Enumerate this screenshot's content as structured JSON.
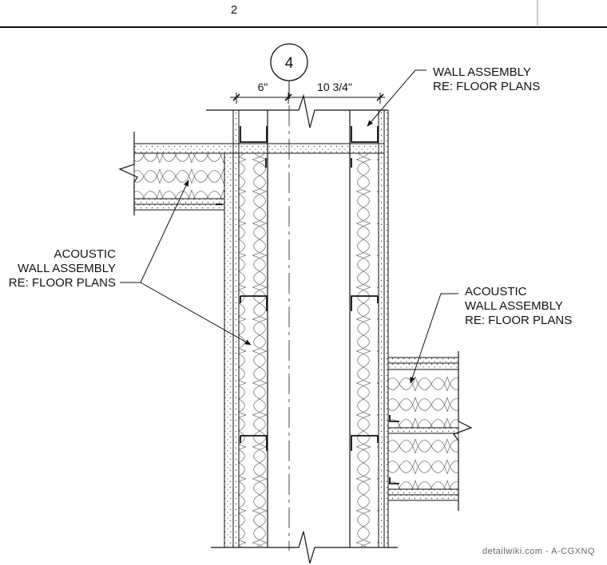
{
  "sheet": {
    "number": "2"
  },
  "grid_line": {
    "label": "4"
  },
  "dimensions": {
    "left": "6\"",
    "right": "10 3/4\""
  },
  "notes": {
    "top_right": [
      "WALL ASSEMBLY",
      "RE: FLOOR PLANS"
    ],
    "left": [
      "ACOUSTIC",
      "WALL ASSEMBLY",
      "RE: FLOOR PLANS"
    ],
    "right": [
      "ACOUSTIC",
      "WALL ASSEMBLY",
      "RE: FLOOR PLANS"
    ]
  },
  "watermark": "detailwiki.com - A-CGXNQ"
}
